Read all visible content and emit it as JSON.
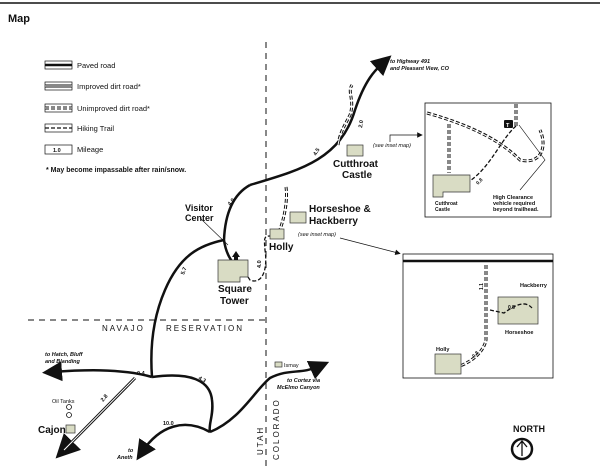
{
  "title": "Map",
  "legend": {
    "paved": "Paved road",
    "improved": "Improved dirt road*",
    "unimproved": "Unimproved dirt road*",
    "trail": "Hiking Trail",
    "mileage": "Mileage",
    "mileage_sample": "1.0",
    "note": "* May become impassable after rain/snow."
  },
  "places": {
    "visitor_center_1": "Visitor",
    "visitor_center_2": "Center",
    "square_tower_1": "Square",
    "square_tower_2": "Tower",
    "holly": "Holly",
    "horseshoe_1": "Horseshoe &",
    "horseshoe_2": "Hackberry",
    "cutthroat_1": "Cutthroat",
    "cutthroat_2": "Castle",
    "cajon": "Cajon",
    "oil_tanks": "Oil Tanks",
    "ismay": "Ismay"
  },
  "destinations": {
    "hwy491_1": "to Highway 491",
    "hwy491_2": "and Pleasant View, CO",
    "hatch_1": "to Hatch, Bluff",
    "hatch_2": "and Blanding",
    "cortez_1": "to Cortez via",
    "cortez_2": "McElmo Canyon",
    "aneth_1": "to",
    "aneth_2": "Aneth"
  },
  "see_inset": "(see inset map)",
  "boundaries": {
    "navajo": "NAVAJO",
    "reservation": "RESERVATION",
    "utah": "UTAH",
    "colorado": "COLORADO"
  },
  "mileage": {
    "m45": "4.5",
    "m20": "2.0",
    "m40": "4.0",
    "m57": "5.7",
    "m04": "0.4",
    "m43": "4.3",
    "m28": "2.8",
    "m100": "10.0",
    "m40b": "4.0"
  },
  "inset1": {
    "cutthroat_1": "Cutthroat",
    "cutthroat_2": "Castle",
    "mile": "0.8",
    "trailhead": "T",
    "note_1": "High Clearance",
    "note_2": "vehicle required",
    "note_3": "beyond trailhead."
  },
  "inset2": {
    "hackberry": "Hackberry",
    "horseshoe": "Horseshoe",
    "holly": "Holly",
    "m11": "1.1",
    "m05": "0.5",
    "m08": "0.8"
  },
  "north": "NORTH",
  "colors": {
    "ruin": "#d9dcc4",
    "ink": "#111111"
  }
}
